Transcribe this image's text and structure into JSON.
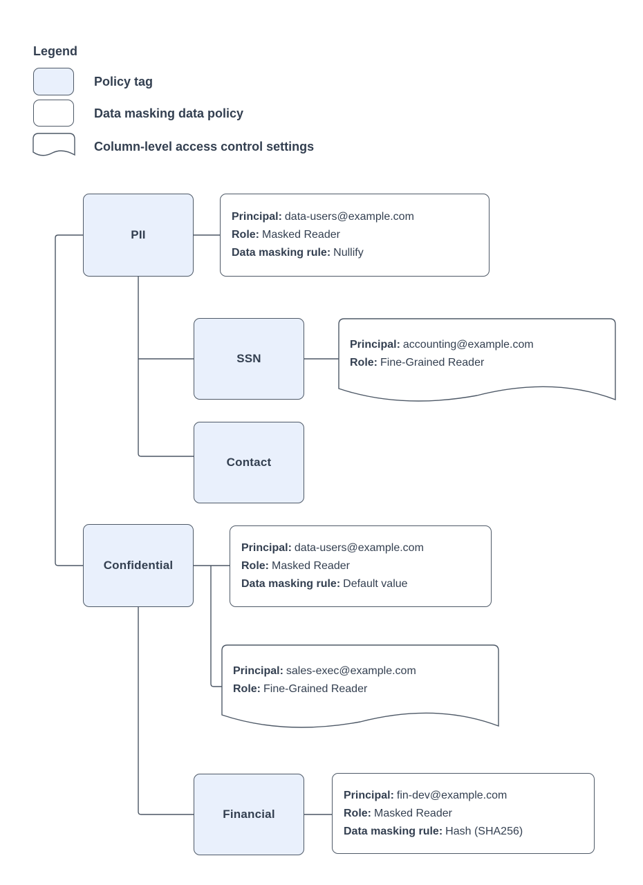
{
  "colors": {
    "tag_fill": "#e9f0fc",
    "box_border": "#4d5866",
    "connector": "#4a5563",
    "text": "#333f50",
    "background": "#ffffff"
  },
  "legend": {
    "title": "Legend",
    "items": [
      {
        "label": "Policy tag"
      },
      {
        "label": "Data masking data policy"
      },
      {
        "label": "Column-level access control settings"
      }
    ]
  },
  "nodes": {
    "pii": {
      "label": "PII"
    },
    "ssn": {
      "label": "SSN"
    },
    "contact": {
      "label": "Contact"
    },
    "confidential": {
      "label": "Confidential"
    },
    "financial": {
      "label": "Financial"
    }
  },
  "policies": {
    "pii_masking": {
      "rows": [
        {
          "label": "Principal:",
          "value": "data-users@example.com"
        },
        {
          "label": "Role:",
          "value": "Masked Reader"
        },
        {
          "label": "Data masking rule:",
          "value": "Nullify"
        }
      ]
    },
    "ssn_access": {
      "rows": [
        {
          "label": "Principal:",
          "value": "accounting@example.com"
        },
        {
          "label": "Role:",
          "value": "Fine-Grained Reader"
        }
      ]
    },
    "confidential_masking": {
      "rows": [
        {
          "label": "Principal:",
          "value": "data-users@example.com"
        },
        {
          "label": "Role:",
          "value": "Masked Reader"
        },
        {
          "label": "Data masking rule:",
          "value": "Default value"
        }
      ]
    },
    "confidential_access": {
      "rows": [
        {
          "label": "Principal:",
          "value": "sales-exec@example.com"
        },
        {
          "label": "Role:",
          "value": "Fine-Grained Reader"
        }
      ]
    },
    "financial_masking": {
      "rows": [
        {
          "label": "Principal:",
          "value": "fin-dev@example.com"
        },
        {
          "label": "Role:",
          "value": "Masked Reader"
        },
        {
          "label": "Data masking rule:",
          "value": "Hash (SHA256)"
        }
      ]
    }
  }
}
